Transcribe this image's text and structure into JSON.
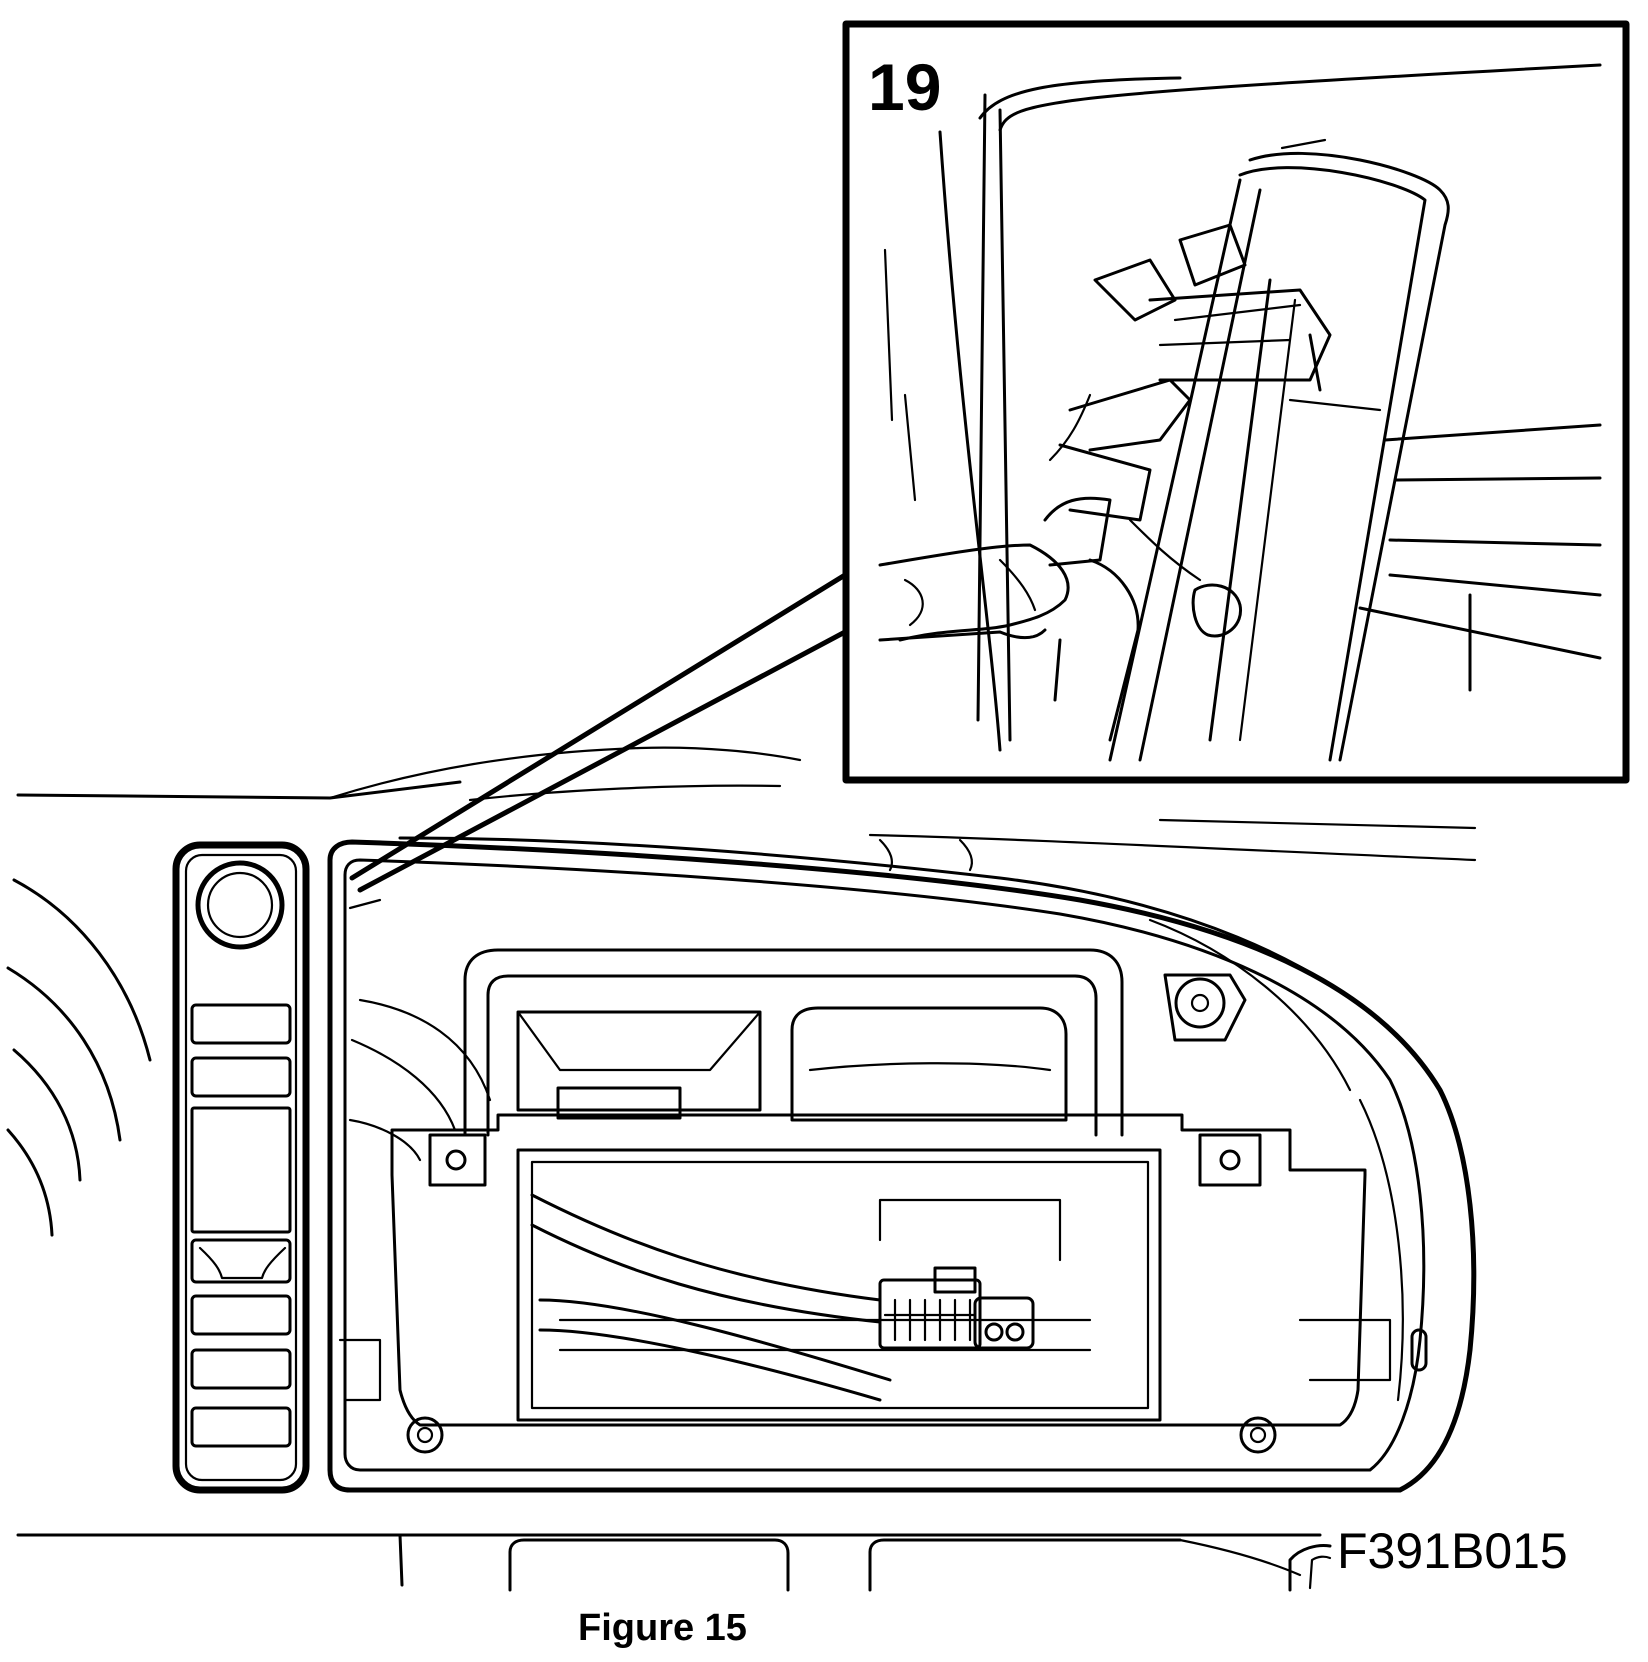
{
  "detail_inset": {
    "step_number": "19"
  },
  "figure_code": "F391B015",
  "caption": "Figure 15"
}
